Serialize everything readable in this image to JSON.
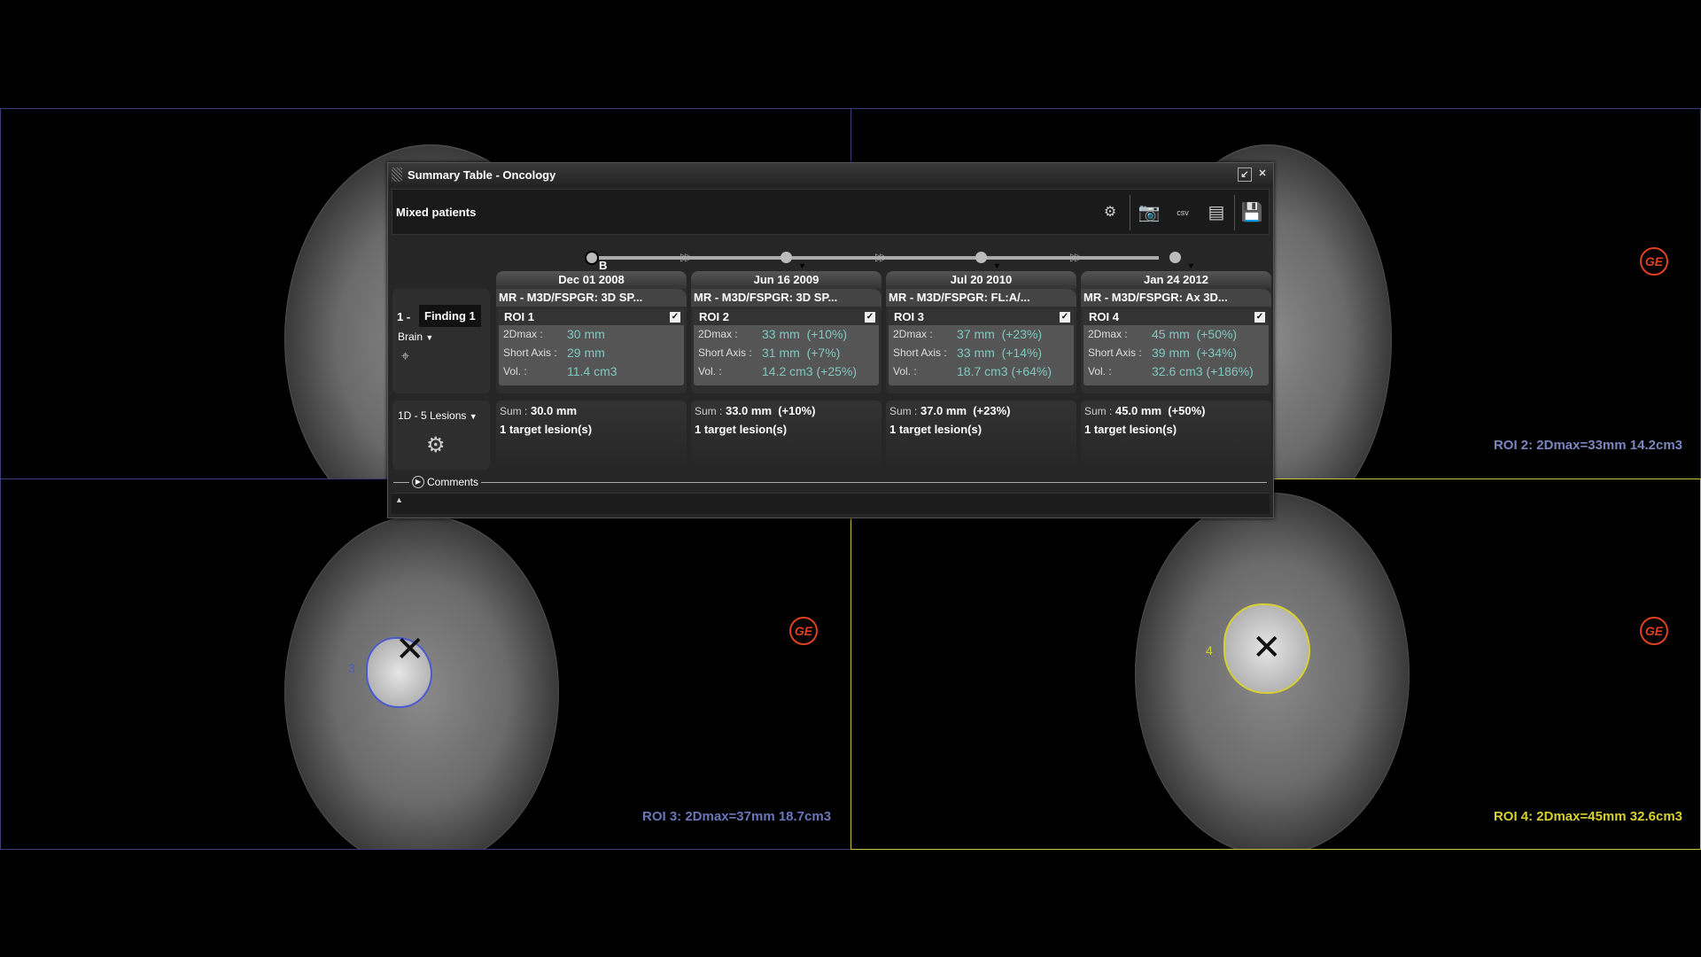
{
  "viewports": [
    {
      "name": "top-left",
      "label": ""
    },
    {
      "name": "top-right",
      "label": "ROI 2: 2Dmax=33mm 14.2cm3",
      "label_color": "#7a86c0"
    },
    {
      "name": "bottom-left",
      "label": "ROI 3: 2Dmax=37mm 18.7cm3",
      "label_color": "#6a76b8",
      "lesion_marker": "3"
    },
    {
      "name": "bottom-right",
      "label": "ROI 4: 2Dmax=45mm 32.6cm3",
      "label_color": "#d8d030",
      "lesion_marker": "4"
    }
  ],
  "brand_logo": "GE",
  "panel": {
    "title": "Summary Table - Oncology",
    "subtitle": "Mixed patients",
    "toolbar_icons": [
      "settings-folder-icon",
      "camera-icon",
      "export-csv-icon",
      "report-icon",
      "save-icon"
    ],
    "csv_label": "csv",
    "baseline_marker": "B",
    "finding": {
      "number": "1 -",
      "name": "Finding 1",
      "location": "Brain"
    },
    "criteria": "1D - 5 Lesions",
    "comments_label": "Comments",
    "labels": {
      "dmax": "2Dmax :",
      "short": "Short Axis :",
      "vol": "Vol. :",
      "sum": "Sum :"
    },
    "columns": [
      {
        "date": "Dec 01 2008",
        "series": "MR - M3D/FSPGR: 3D SP...",
        "roi": "ROI 1",
        "dmax": "30 mm",
        "short": "29 mm",
        "vol": "11.4 cm3",
        "sum": "30.0 mm",
        "targets": "1 target lesion(s)",
        "checked": true
      },
      {
        "date": "Jun 16 2009",
        "series": "MR - M3D/FSPGR: 3D SP...",
        "roi": "ROI 2",
        "dmax": "33 mm  (+10%)",
        "short": "31 mm  (+7%)",
        "vol": "14.2 cm3 (+25%)",
        "sum": "33.0 mm  (+10%)",
        "targets": "1 target lesion(s)",
        "checked": true
      },
      {
        "date": "Jul 20 2010",
        "series": "MR - M3D/FSPGR: FL:A/...",
        "roi": "ROI 3",
        "dmax": "37 mm  (+23%)",
        "short": "33 mm  (+14%)",
        "vol": "18.7 cm3 (+64%)",
        "sum": "37.0 mm  (+23%)",
        "targets": "1 target lesion(s)",
        "checked": true
      },
      {
        "date": "Jan 24 2012",
        "series": "MR - M3D/FSPGR: Ax 3D...",
        "roi": "ROI 4",
        "dmax": "45 mm  (+50%)",
        "short": "39 mm  (+34%)",
        "vol": "32.6 cm3 (+186%)",
        "sum": "45.0 mm  (+50%)",
        "targets": "1 target lesion(s)",
        "checked": true
      }
    ]
  }
}
